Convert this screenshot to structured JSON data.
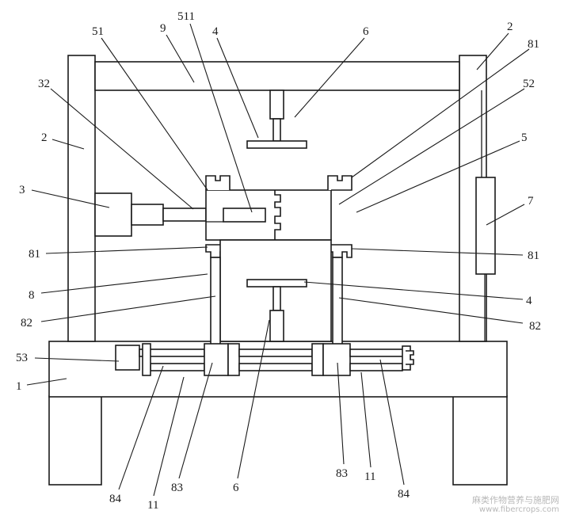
{
  "labels": {
    "l51": "51",
    "l9": "9",
    "l511": "511",
    "l4a": "4",
    "l6a": "6",
    "l2r": "2",
    "l81tr": "81",
    "l32": "32",
    "l52": "52",
    "l2l": "2",
    "l5": "5",
    "l3": "3",
    "l7": "7",
    "l81l": "81",
    "l81r": "81",
    "l8": "8",
    "l4b": "4",
    "l82l": "82",
    "l82r": "82",
    "l53": "53",
    "l1": "1",
    "l84l": "84",
    "l11l": "11",
    "l83l": "83",
    "l6b": "6",
    "l83r": "83",
    "l11r": "11",
    "l84r": "84"
  },
  "watermark": {
    "cn": "麻类作物营养与施肥网",
    "en": "www.fibercrops.com"
  }
}
